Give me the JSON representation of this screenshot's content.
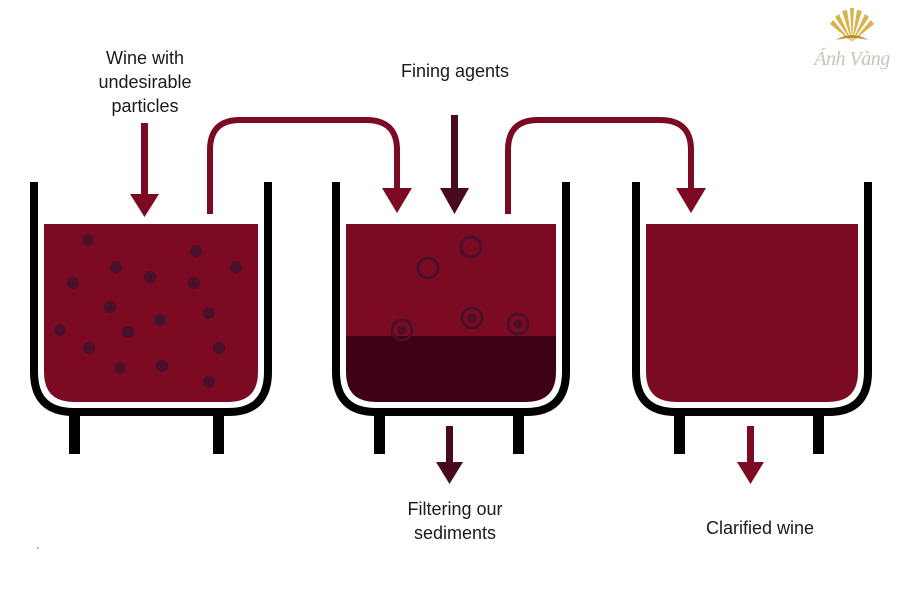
{
  "labels": {
    "input_line1": "Wine with",
    "input_line2": "undesirable",
    "input_line3": "particles",
    "fining": "Fining agents",
    "filter_line1": "Filtering our",
    "filter_line2": "sediments",
    "clarified": "Clarified wine"
  },
  "logo": {
    "text": "Ánh Vàng"
  },
  "colors": {
    "wine": "#7c0a23",
    "sediment": "#3e0015",
    "arrow_wine": "#7c0a23",
    "arrow_dark": "#4a0a1e",
    "particle": "#4a0f2a",
    "vat": "#000000",
    "logo_gold": "#d8b24a"
  }
}
